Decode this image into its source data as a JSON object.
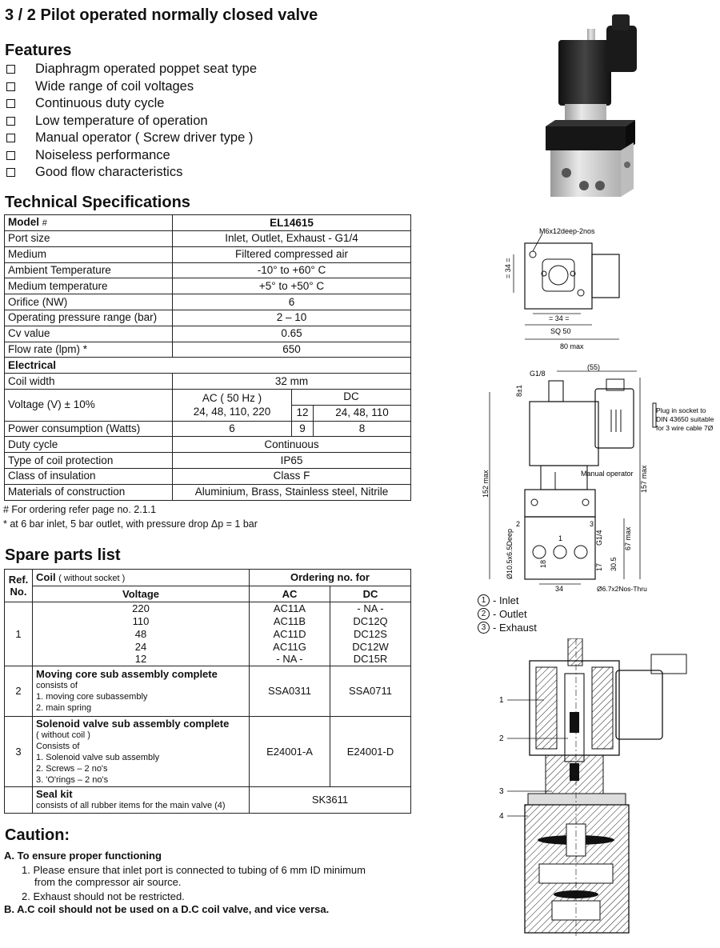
{
  "title": "3 / 2 Pilot operated normally closed valve",
  "features": {
    "heading": "Features",
    "items": [
      "Diaphragm operated poppet seat type",
      "Wide range of coil voltages",
      "Continuous duty cycle",
      "Low temperature of operation",
      "Manual operator ( Screw driver type )",
      "Noiseless performance",
      "Good flow characteristics"
    ]
  },
  "tech": {
    "heading": "Technical Specifications",
    "model_label": "Model",
    "model_hash": "#",
    "model_value": "EL14615",
    "rows": [
      {
        "label": "Port size",
        "value": "Inlet, Outlet, Exhaust - G1/4"
      },
      {
        "label": "Medium",
        "value": "Filtered compressed air"
      },
      {
        "label": "Ambient Temperature",
        "value": "-10° to +60° C"
      },
      {
        "label": "Medium temperature",
        "value": "+5° to +50° C"
      },
      {
        "label": "Orifice (NW)",
        "value": "6"
      },
      {
        "label": "Operating pressure range (bar)",
        "value": "2 – 10"
      },
      {
        "label": "Cv value",
        "value": "0.65"
      },
      {
        "label": "Flow rate (lpm) *",
        "value": "650"
      }
    ],
    "electrical_label": "Electrical",
    "coil_width_label": "Coil width",
    "coil_width_value": "32 mm",
    "voltage_label": "Voltage (V) ± 10%",
    "ac_head_1": "AC ( 50 Hz )",
    "ac_head_2": "24, 48, 110, 220",
    "dc_head": "DC",
    "dc_sub_1": "12",
    "dc_sub_2": "24, 48, 110",
    "power_label": "Power consumption (Watts)",
    "power_ac": "6",
    "power_dc_1": "9",
    "power_dc_2": "8",
    "rows2": [
      {
        "label": "Duty cycle",
        "value": "Continuous"
      },
      {
        "label": "Type of coil protection",
        "value": "IP65"
      },
      {
        "label": "Class of insulation",
        "value": "Class F"
      },
      {
        "label": "Materials of construction",
        "value": "Aluminium, Brass, Stainless steel, Nitrile"
      }
    ],
    "note1": "# For ordering refer page no. 2.1.1",
    "note2": "* at 6 bar inlet, 5 bar outlet, with pressure drop Δp = 1 bar"
  },
  "spare": {
    "heading": "Spare parts list",
    "ref_1": "Ref.",
    "ref_2": "No.",
    "coil": "Coil",
    "coil_note": "( without socket )",
    "ordering": "Ordering no. for",
    "voltage": "Voltage",
    "ac": "AC",
    "dc": "DC",
    "coil_ref": "1",
    "coil_rows": [
      {
        "v": "220",
        "ac": "AC11A",
        "dc": "- NA -"
      },
      {
        "v": "110",
        "ac": "AC11B",
        "dc": "DC12Q"
      },
      {
        "v": "48",
        "ac": "AC11D",
        "dc": "DC12S"
      },
      {
        "v": "24",
        "ac": "AC11G",
        "dc": "DC12W"
      },
      {
        "v": "12",
        "ac": "- NA -",
        "dc": "DC15R"
      }
    ],
    "r2_ref": "2",
    "r2_title": "Moving core sub assembly complete",
    "r2_lines": [
      "consists of",
      "1. moving core subassembly",
      "2. main spring"
    ],
    "r2_ac": "SSA0311",
    "r2_dc": "SSA0711",
    "r3_ref": "3",
    "r3_title": "Solenoid valve sub assembly complete",
    "r3_lines": [
      "( without coil )",
      "Consists of",
      "1. Solenoid valve sub assembly",
      "2. Screws – 2 no's",
      "3. 'O'rings – 2 no's"
    ],
    "r3_ac": "E24001-A",
    "r3_dc": "E24001-D",
    "r4_title": "Seal kit",
    "r4_line": "consists of all rubber items for the main valve (4)",
    "r4_value": "SK3611"
  },
  "caution": {
    "heading": "Caution:",
    "a": "A. To ensure proper functioning",
    "a1_1": "1. Please ensure that inlet port is connected to tubing of 6 mm ID minimum",
    "a1_2": "from the compressor air source.",
    "a2": "2. Exhaust should not be restricted.",
    "b": "B. A.C coil should not be used on a D.C coil valve, and vice versa."
  },
  "dims_top": {
    "m6": "M6x12deep-2nos",
    "d34v": "= 34 =",
    "d34h": "= 34 =",
    "sq50": "SQ 50",
    "max80": "80 max"
  },
  "dims_side": {
    "g18": "G1/8",
    "d55": "(55)",
    "d8": "8±1",
    "plug_1": "Plug in socket to",
    "plug_2": "DIN 43650 suitable",
    "plug_3": "for 3 wire cable 7Ø",
    "manual": "Manual operator",
    "h152": "152 max",
    "h157": "157 max",
    "h67": "67 max",
    "g14": "G1/4",
    "p10": "Ø10.5x6.5Deep",
    "d18": "18",
    "d17": "17",
    "d305": "30.5",
    "d34": "34",
    "thru": "Ø6.7x2Nos-Thru",
    "p1": "1",
    "p2": "2",
    "p3": "3"
  },
  "legend": [
    {
      "n": "1",
      "t": "- Inlet"
    },
    {
      "n": "2",
      "t": "- Outlet"
    },
    {
      "n": "3",
      "t": "- Exhaust"
    }
  ],
  "section_labels": [
    "1",
    "2",
    "3",
    "4"
  ]
}
